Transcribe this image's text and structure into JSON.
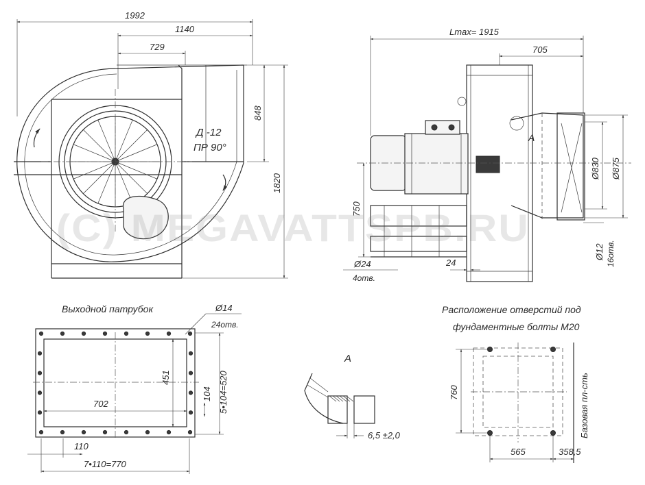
{
  "watermark": "(C) MEGAVATTSPB.RU",
  "front_view": {
    "dim_total_width": "1992",
    "dim_1140": "1140",
    "dim_729": "729",
    "dim_848": "848",
    "dim_1820": "1820",
    "model_label": "Д -12",
    "rotation_label": "ПР 90°"
  },
  "side_view": {
    "dim_length_max": "Lmax= 1915",
    "dim_705": "705",
    "dim_750": "750",
    "dim_hole_diameter": "Ø24",
    "dim_hole_count": "4отв.",
    "dim_24": "24",
    "dim_inner_diameter": "Ø830",
    "dim_outer_diameter": "Ø875",
    "dim_flange_hole": "Ø12",
    "dim_flange_hole_count": "16отв.",
    "detail_marker": "A"
  },
  "outlet": {
    "title": "Выходной патрубок",
    "dim_hole_diameter": "Ø14",
    "dim_hole_count": "24отв.",
    "dim_451": "451",
    "dim_702": "702",
    "dim_104": "104",
    "dim_vertical_pitch": "5•104=520",
    "dim_110": "110",
    "dim_horizontal_pitch": "7•110=770"
  },
  "detail_a": {
    "label": "A",
    "dim_gap": "6,5 ±2,0"
  },
  "foundation": {
    "title_line1": "Расположение отверстий под",
    "title_line2": "фундаментные болты М20",
    "dim_760": "760",
    "dim_565": "565",
    "dim_358": "358,5",
    "base_plane_label": "Базовая пл-сть"
  }
}
